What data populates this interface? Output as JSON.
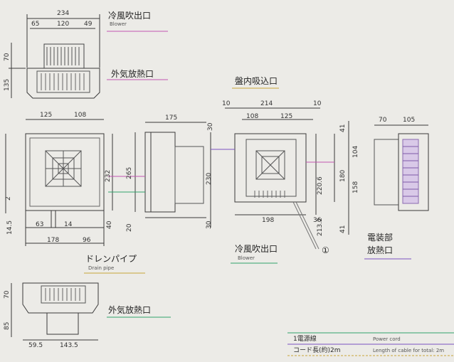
{
  "labels": {
    "cold_air_outlet_top": "冷風吹出口",
    "blower_top": "Blower",
    "outside_air_radiator_1": "外気放熱口",
    "cabinet_intake": "盤内吸込口",
    "cold_air_outlet_front": "冷風吹出口",
    "blower_front": "Blower",
    "drain_pipe": "ドレンパイプ",
    "drain_pipe_en": "Drain pipe",
    "electrical_radiator_line1": "電装部",
    "electrical_radiator_line2": "放熱口",
    "outside_air_radiator_2": "外気放熱口",
    "marker_1": "①"
  },
  "legend": {
    "row1_jp": "1電源線",
    "row1_en": "Power cord",
    "row2_jp": "コード長(約)2m",
    "row2_en": "Length of cable for total: 2m"
  },
  "dimensions": {
    "top_overall": "234",
    "top_split_left": "65",
    "top_split_mid": "120",
    "top_split_right": "49",
    "top_height_upper": "70",
    "top_height_lower": "135",
    "front_width_left": "125",
    "front_width_right": "108",
    "front_height": "232",
    "front_left_2": "2",
    "front_left_145": "14.5",
    "front_bottom_63": "63",
    "front_bottom_14": "14",
    "front_bottom_178": "178",
    "front_bottom_96": "96",
    "front_right_40": "40",
    "side_depth": "175",
    "side_height_outer": "265",
    "side_height_inner": "230",
    "side_top_30": "30",
    "side_bottom_20": "20",
    "side_bottom_30": "30",
    "cut_overall": "214",
    "cut_left_10": "10",
    "cut_right_10": "10",
    "cut_inner_108": "108",
    "cut_inner_125": "125",
    "cut_bottom_198": "198",
    "cut_bottom_36": "36",
    "cut_height_2206": "220.6",
    "cut_height_2132": "213.2",
    "cut_right_41_top": "41",
    "cut_right_104": "104",
    "cut_right_180": "180",
    "cut_right_158": "158",
    "cut_right_41_bottom": "41",
    "rs_70": "70",
    "rs_105": "105",
    "bottom_70": "70",
    "bottom_85": "85",
    "bottom_595": "59.5",
    "bottom_1435": "143.5"
  }
}
